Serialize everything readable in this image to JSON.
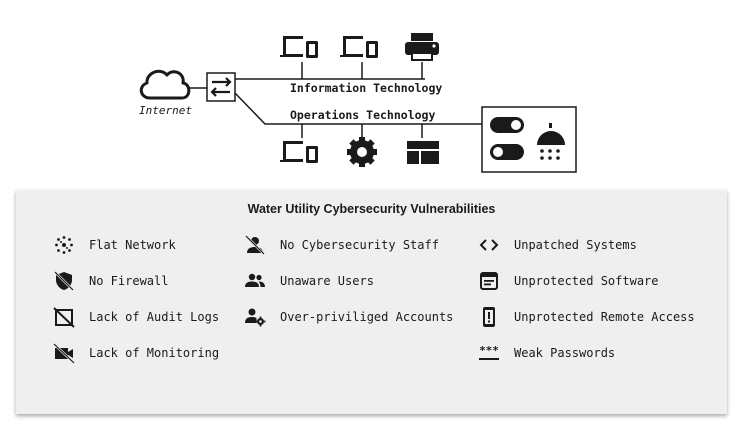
{
  "diagram": {
    "internet_label": "Internet",
    "it_label": "Information Technology",
    "ot_label": "Operations Technology"
  },
  "panel": {
    "title": "Water Utility Cybersecurity Vulnerabilities",
    "columns": [
      [
        {
          "icon": "scatter-icon",
          "label": "Flat Network"
        },
        {
          "icon": "shield-off-icon",
          "label": "No Firewall"
        },
        {
          "icon": "no-logs-icon",
          "label": "Lack of Audit Logs"
        },
        {
          "icon": "camera-off-icon",
          "label": "Lack of Monitoring"
        }
      ],
      [
        {
          "icon": "person-off-icon",
          "label": "No Cybersecurity Staff"
        },
        {
          "icon": "users-icon",
          "label": "Unaware Users"
        },
        {
          "icon": "admin-user-icon",
          "label": "Over-priviliged Accounts"
        }
      ],
      [
        {
          "icon": "code-icon",
          "label": "Unpatched Systems"
        },
        {
          "icon": "window-icon",
          "label": "Unprotected Software"
        },
        {
          "icon": "phone-alert-icon",
          "label": "Unprotected Remote Access"
        },
        {
          "icon": "password-icon",
          "label": "Weak Passwords"
        }
      ]
    ]
  }
}
